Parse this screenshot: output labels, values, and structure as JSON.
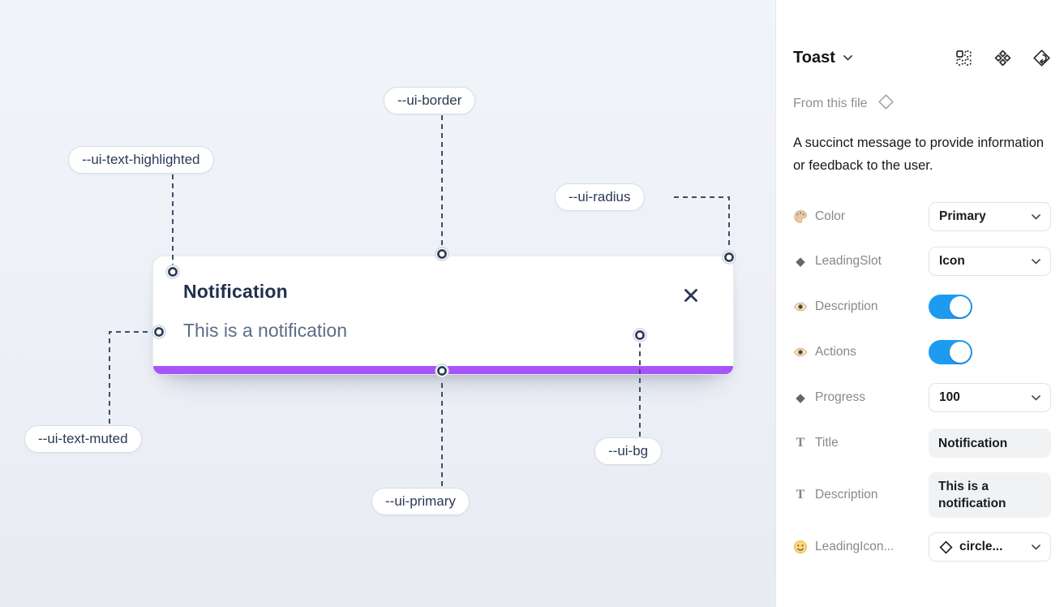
{
  "canvas": {
    "toast": {
      "title": "Notification",
      "description": "This is a notification",
      "close_icon": "x-icon"
    },
    "annotations": [
      {
        "label": "--ui-text-highlighted"
      },
      {
        "label": "--ui-border"
      },
      {
        "label": "--ui-radius"
      },
      {
        "label": "--ui-text-muted"
      },
      {
        "label": "--ui-primary"
      },
      {
        "label": "--ui-bg"
      }
    ]
  },
  "panel": {
    "title": "Toast",
    "header_icons": [
      "instance-icon",
      "variants-icon",
      "go-to-main-component-icon"
    ],
    "source_label": "From this file",
    "description": "A succinct message to provide information or feedback to the user.",
    "properties": [
      {
        "icon": "palette-icon",
        "label": "Color",
        "control": "select",
        "value": "Primary"
      },
      {
        "icon": "diamond-icon",
        "label": "LeadingSlot",
        "control": "select",
        "value": "Icon"
      },
      {
        "icon": "eye-icon",
        "label": "Description",
        "control": "toggle",
        "value": "on"
      },
      {
        "icon": "eye-icon",
        "label": "Actions",
        "control": "toggle",
        "value": "on"
      },
      {
        "icon": "diamond-icon",
        "label": "Progress",
        "control": "select",
        "value": "100"
      },
      {
        "icon": "text-icon",
        "label": "Title",
        "control": "textfield",
        "value": "Notification"
      },
      {
        "icon": "text-icon",
        "label": "Description",
        "control": "textfield",
        "value": "This is a notification"
      },
      {
        "icon": "smiley-icon",
        "label": "LeadingIcon...",
        "control": "select",
        "value": "circle..."
      }
    ]
  },
  "colors": {
    "primary_purple": "#a855f7",
    "toggle_blue": "#1e9bf0",
    "canvas_bg": "#edf0f6",
    "annotation_ink": "#2c3a56"
  }
}
